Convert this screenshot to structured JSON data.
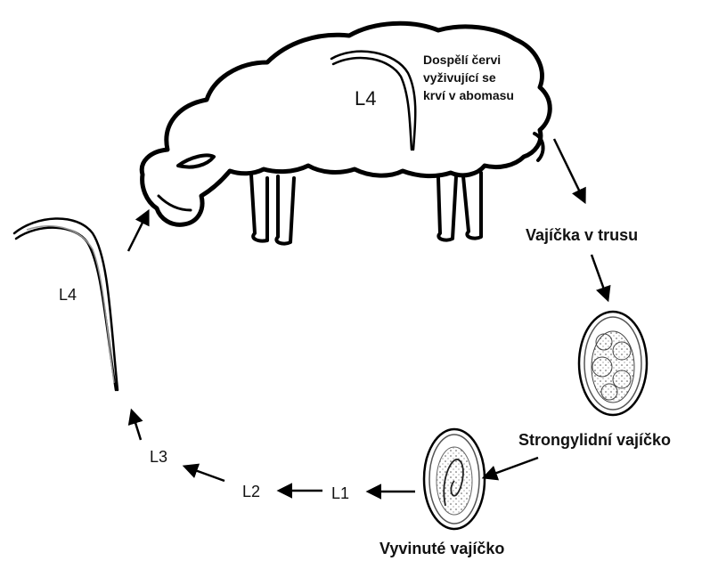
{
  "labels": {
    "adult_worms": [
      "Dospělí červi",
      "vyživující se",
      "krví v abomasu"
    ],
    "l4_sheep": "L4",
    "l4_left": "L4",
    "eggs_in_feces": "Vajíčka v trusu",
    "strongyle_egg": "Strongylidní vajíčko",
    "developed_egg": "Vyvinuté vajíčko",
    "l1": "L1",
    "l2": "L2",
    "l3": "L3"
  }
}
